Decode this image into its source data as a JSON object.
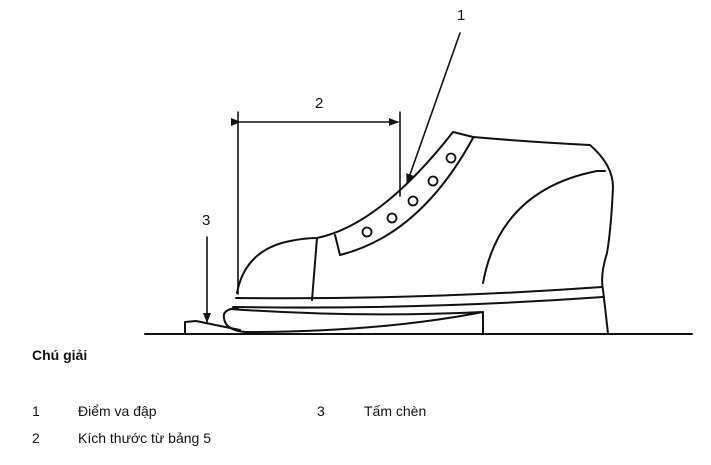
{
  "figure": {
    "callouts": {
      "c1": "1",
      "c2": "2",
      "c3": "3"
    }
  },
  "legend": {
    "title": "Chú giải",
    "items": [
      {
        "num": "1",
        "text": "Điểm va đập"
      },
      {
        "num": "2",
        "text": "Kích thước từ bảng 5"
      },
      {
        "num": "3",
        "text": "Tấm chèn"
      }
    ]
  }
}
